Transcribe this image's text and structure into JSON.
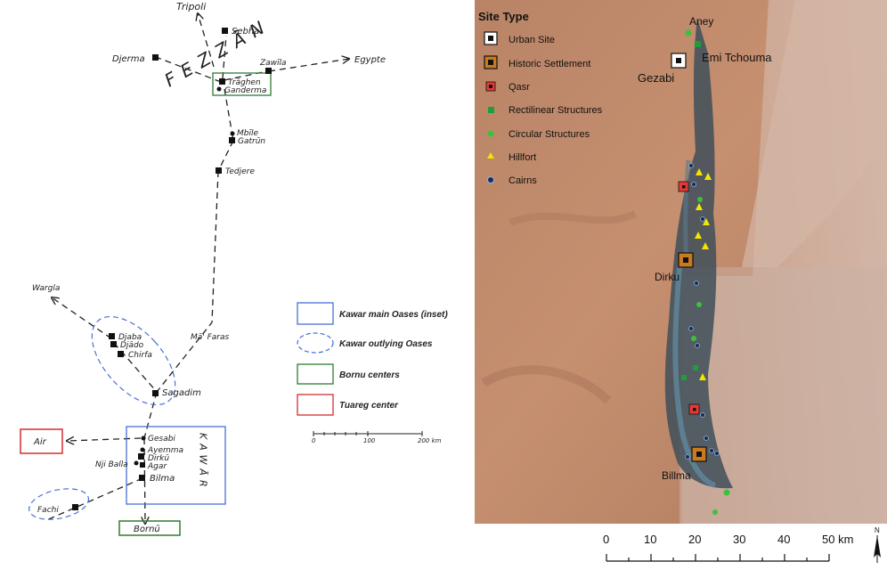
{
  "left_map": {
    "places": {
      "tripoli": "Tripoli",
      "sebha": "Sebha",
      "fezzan": "FEZZĀN",
      "djerma": "Djerma",
      "zawila": "Zawīla",
      "egypte": "Egypte",
      "traghen": "Trāghen",
      "ganderma": "Ganderma",
      "mbile": "Mbīle",
      "gatrun": "Gatrūn",
      "tedjere": "Tedjere",
      "wargla": "Wargla",
      "djaba": "Djaba",
      "djado": "Djādo",
      "chirfa": "Chirfa",
      "ma_faras": "Mā' Faras",
      "sagadim": "Sagadim",
      "air": "Air",
      "gesabi": "Gesabi",
      "ayemma": "Ayemma",
      "dirku": "Dirkū",
      "nji_balla": "Nji Balla",
      "agar": "Agar",
      "bilma": "Bilma",
      "kawar": "KAWĀR",
      "fachi": "Fachi",
      "bornu": "Bornū"
    },
    "legend": {
      "kawar_main": "Kawar main Oases (inset)",
      "kawar_outlying": "Kawar outlying Oases",
      "bornu_centers": "Bornu centers",
      "tuareg_center": "Tuareg center"
    },
    "scale": {
      "ticks": [
        "0",
        "100",
        "200 km"
      ]
    },
    "colors": {
      "kawar_main": "#4a6fd6",
      "bornu": "#2e7d32",
      "tuareg": "#d32f2f"
    }
  },
  "right_map": {
    "legend": {
      "title": "Site Type",
      "items": [
        {
          "label": "Urban Site",
          "icon": "urban-site-icon"
        },
        {
          "label": "Historic Settlement",
          "icon": "historic-settlement-icon"
        },
        {
          "label": "Qasr",
          "icon": "qasr-icon"
        },
        {
          "label": "Rectilinear Structures",
          "icon": "rectilinear-structure-icon"
        },
        {
          "label": "Circular Structures",
          "icon": "circular-structure-icon"
        },
        {
          "label": "Hillfort",
          "icon": "hillfort-icon"
        },
        {
          "label": "Cairns",
          "icon": "cairn-icon"
        }
      ]
    },
    "places": {
      "aney": "Aney",
      "emi_tchouma": "Emi Tchouma",
      "gezabi": "Gezabi",
      "dirku": "Dirku",
      "billma": "Billma"
    },
    "scale": {
      "ticks": [
        "0",
        "10",
        "20",
        "30",
        "40",
        "50 km"
      ]
    },
    "north": "N",
    "colors": {
      "historic": "#c87a1e",
      "qasr": "#e53935",
      "rectilinear": "#1e9e3a",
      "circular": "#3cc13c",
      "hillfort": "#f2e600",
      "cairn": "#1a2a5a"
    }
  }
}
